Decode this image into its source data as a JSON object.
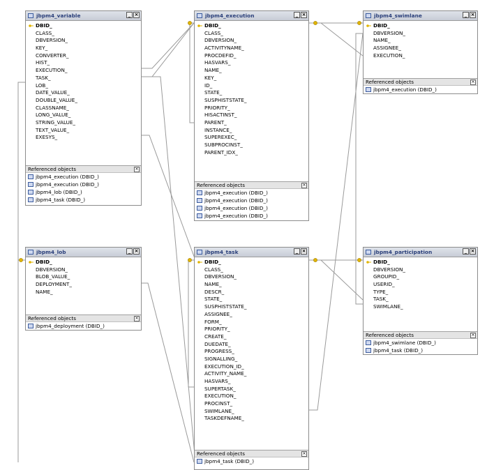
{
  "tables": {
    "variable": {
      "title": "jbpm4_variable",
      "pk": "DBID_",
      "columns": [
        "CLASS_",
        "DBVERSION_",
        "KEY_",
        "CONVERTER_",
        "HIST_",
        "EXECUTION_",
        "TASK_",
        "LOB_",
        "DATE_VALUE_",
        "DOUBLE_VALUE_",
        "CLASSNAME_",
        "LONG_VALUE_",
        "STRING_VALUE_",
        "TEXT_VALUE_",
        "EXESYS_"
      ],
      "refs_label": "Referenced objects",
      "refs": [
        "jbpm4_execution (DBID_)",
        "jbpm4_execution (DBID_)",
        "jbpm4_lob (DBID_)",
        "jbpm4_task (DBID_)"
      ]
    },
    "execution": {
      "title": "jbpm4_execution",
      "pk": "DBID_",
      "columns": [
        "CLASS_",
        "DBVERSION_",
        "ACTIVITYNAME_",
        "PROCDEFID_",
        "HASVARS_",
        "NAME_",
        "KEY_",
        "ID_",
        "STATE_",
        "SUSPHISTSTATE_",
        "PRIORITY_",
        "HISACTINST_",
        "PARENT_",
        "INSTANCE_",
        "SUPEREXEC_",
        "SUBPROCINST_",
        "PARENT_IDX_"
      ],
      "refs_label": "Referenced objects",
      "refs": [
        "jbpm4_execution (DBID_)",
        "jbpm4_execution (DBID_)",
        "jbpm4_execution (DBID_)",
        "jbpm4_execution (DBID_)"
      ]
    },
    "swimlane": {
      "title": "jbpm4_swimlane",
      "pk": "DBID_",
      "columns": [
        "DBVERSION_",
        "NAME_",
        "ASSIGNEE_",
        "EXECUTION_"
      ],
      "refs_label": "Referenced objects",
      "refs": [
        "jbpm4_execution (DBID_)"
      ]
    },
    "lob": {
      "title": "jbpm4_lob",
      "pk": "DBID_",
      "columns": [
        "DBVERSION_",
        "BLOB_VALUE_",
        "DEPLOYMENT_",
        "NAME_"
      ],
      "refs_label": "Referenced objects",
      "refs": [
        "jbpm4_deployment (DBID_)"
      ]
    },
    "task": {
      "title": "jbpm4_task",
      "pk": "DBID_",
      "columns": [
        "CLASS_",
        "DBVERSION_",
        "NAME_",
        "DESCR_",
        "STATE_",
        "SUSPHISTSTATE_",
        "ASSIGNEE_",
        "FORM_",
        "PRIORITY_",
        "CREATE_",
        "DUEDATE_",
        "PROGRESS_",
        "SIGNALLING_",
        "EXECUTION_ID_",
        "ACTIVITY_NAME_",
        "HASVARS_",
        "SUPERTASK_",
        "EXECUTION_",
        "PROCINST_",
        "SWIMLANE_",
        "TASKDEFNAME_"
      ],
      "refs_label": "Referenced objects",
      "refs": [
        "jbpm4_task (DBID_)"
      ]
    },
    "participation": {
      "title": "jbpm4_participation",
      "pk": "DBID_",
      "columns": [
        "DBVERSION_",
        "GROUPID_",
        "USERID_",
        "TYPE_",
        "TASK_",
        "SWIMLANE_"
      ],
      "refs_label": "Referenced objects",
      "refs": [
        "jbpm4_swimlane (DBID_)",
        "jbpm4_task (DBID_)"
      ]
    }
  },
  "window_buttons": {
    "minimize": "_",
    "close": "×"
  },
  "colors": {
    "header": "#c7ccd6",
    "title": "#2a3f7a",
    "wire": "#9a9a9a",
    "key": "#e0b400"
  }
}
